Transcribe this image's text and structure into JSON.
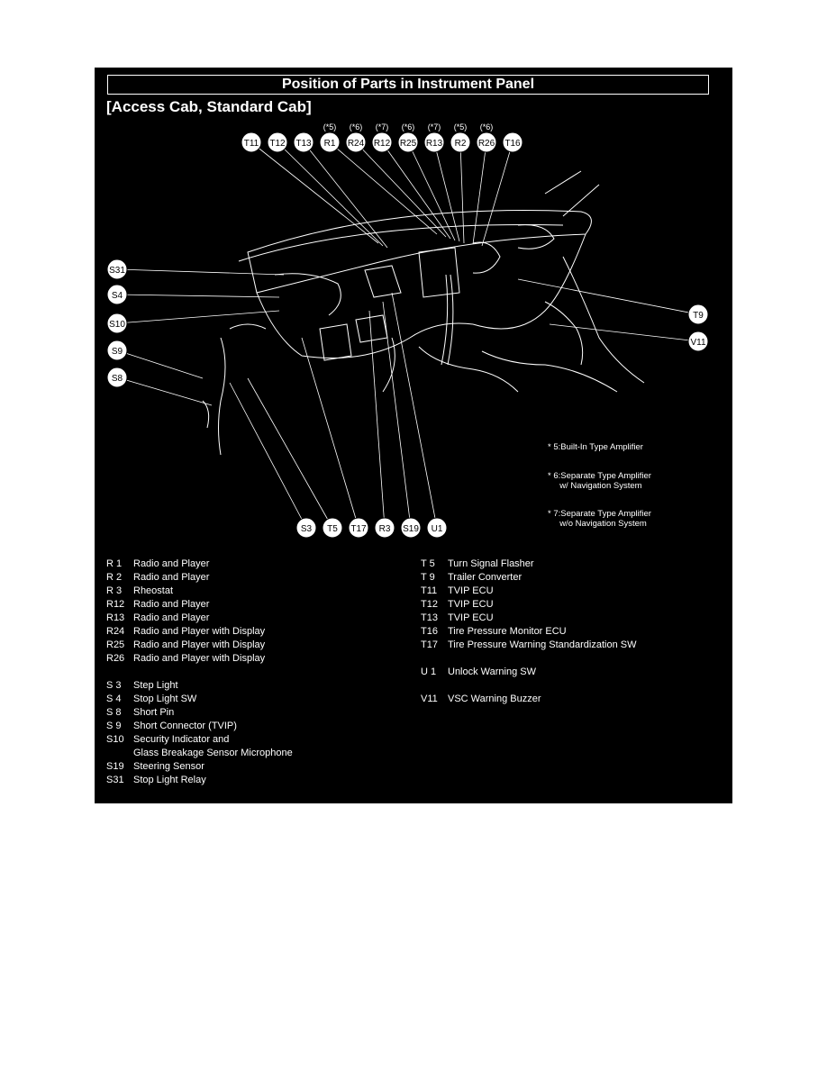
{
  "title": "Position of Parts in Instrument Panel",
  "subtitle": "[Access Cab, Standard Cab]",
  "top_callouts": [
    {
      "code": "T11",
      "note": ""
    },
    {
      "code": "T12",
      "note": ""
    },
    {
      "code": "T13",
      "note": ""
    },
    {
      "code": "R1",
      "note": "(*5)"
    },
    {
      "code": "R24",
      "note": "(*6)"
    },
    {
      "code": "R12",
      "note": "(*7)"
    },
    {
      "code": "R25",
      "note": "(*6)"
    },
    {
      "code": "R13",
      "note": "(*7)"
    },
    {
      "code": "R2",
      "note": "(*5)"
    },
    {
      "code": "R26",
      "note": "(*6)"
    },
    {
      "code": "T16",
      "note": ""
    }
  ],
  "left_callouts": [
    "S31",
    "S4",
    "S10",
    "S9",
    "S8"
  ],
  "right_callouts": [
    "T9",
    "V11"
  ],
  "bottom_callouts": [
    "S3",
    "T5",
    "T17",
    "R3",
    "S19",
    "U1"
  ],
  "notes": [
    "* 5:Built-In Type Amplifier",
    "* 6:Separate Type Amplifier\n     w/ Navigation System",
    "* 7:Separate Type Amplifier\n     w/o Navigation System"
  ],
  "legend_left": [
    {
      "code": "R  1",
      "desc": "Radio and Player"
    },
    {
      "code": "R  2",
      "desc": "Radio and Player"
    },
    {
      "code": "R  3",
      "desc": "Rheostat"
    },
    {
      "code": "R12",
      "desc": "Radio and Player"
    },
    {
      "code": "R13",
      "desc": "Radio and Player"
    },
    {
      "code": "R24",
      "desc": "Radio and Player with Display"
    },
    {
      "code": "R25",
      "desc": "Radio and Player with Display"
    },
    {
      "code": "R26",
      "desc": "Radio and Player with Display"
    },
    {
      "code": "",
      "desc": ""
    },
    {
      "code": "S  3",
      "desc": "Step Light"
    },
    {
      "code": "S  4",
      "desc": "Stop Light SW"
    },
    {
      "code": "S  8",
      "desc": "Short Pin"
    },
    {
      "code": "S  9",
      "desc": "Short Connector (TVIP)"
    },
    {
      "code": "S10",
      "desc": "Security Indicator and"
    },
    {
      "code": "",
      "desc": "Glass Breakage Sensor Microphone"
    },
    {
      "code": "S19",
      "desc": "Steering Sensor"
    },
    {
      "code": "S31",
      "desc": "Stop Light Relay"
    }
  ],
  "legend_right": [
    {
      "code": "T  5",
      "desc": "Turn Signal Flasher"
    },
    {
      "code": "T  9",
      "desc": "Trailer Converter"
    },
    {
      "code": "T11",
      "desc": "TVIP ECU"
    },
    {
      "code": "T12",
      "desc": "TVIP ECU"
    },
    {
      "code": "T13",
      "desc": "TVIP ECU"
    },
    {
      "code": "T16",
      "desc": "Tire Pressure Monitor ECU"
    },
    {
      "code": "T17",
      "desc": "Tire Pressure Warning Standardization SW"
    },
    {
      "code": "",
      "desc": ""
    },
    {
      "code": "U  1",
      "desc": "Unlock Warning SW"
    },
    {
      "code": "",
      "desc": ""
    },
    {
      "code": "V11",
      "desc": "VSC Warning Buzzer"
    }
  ]
}
